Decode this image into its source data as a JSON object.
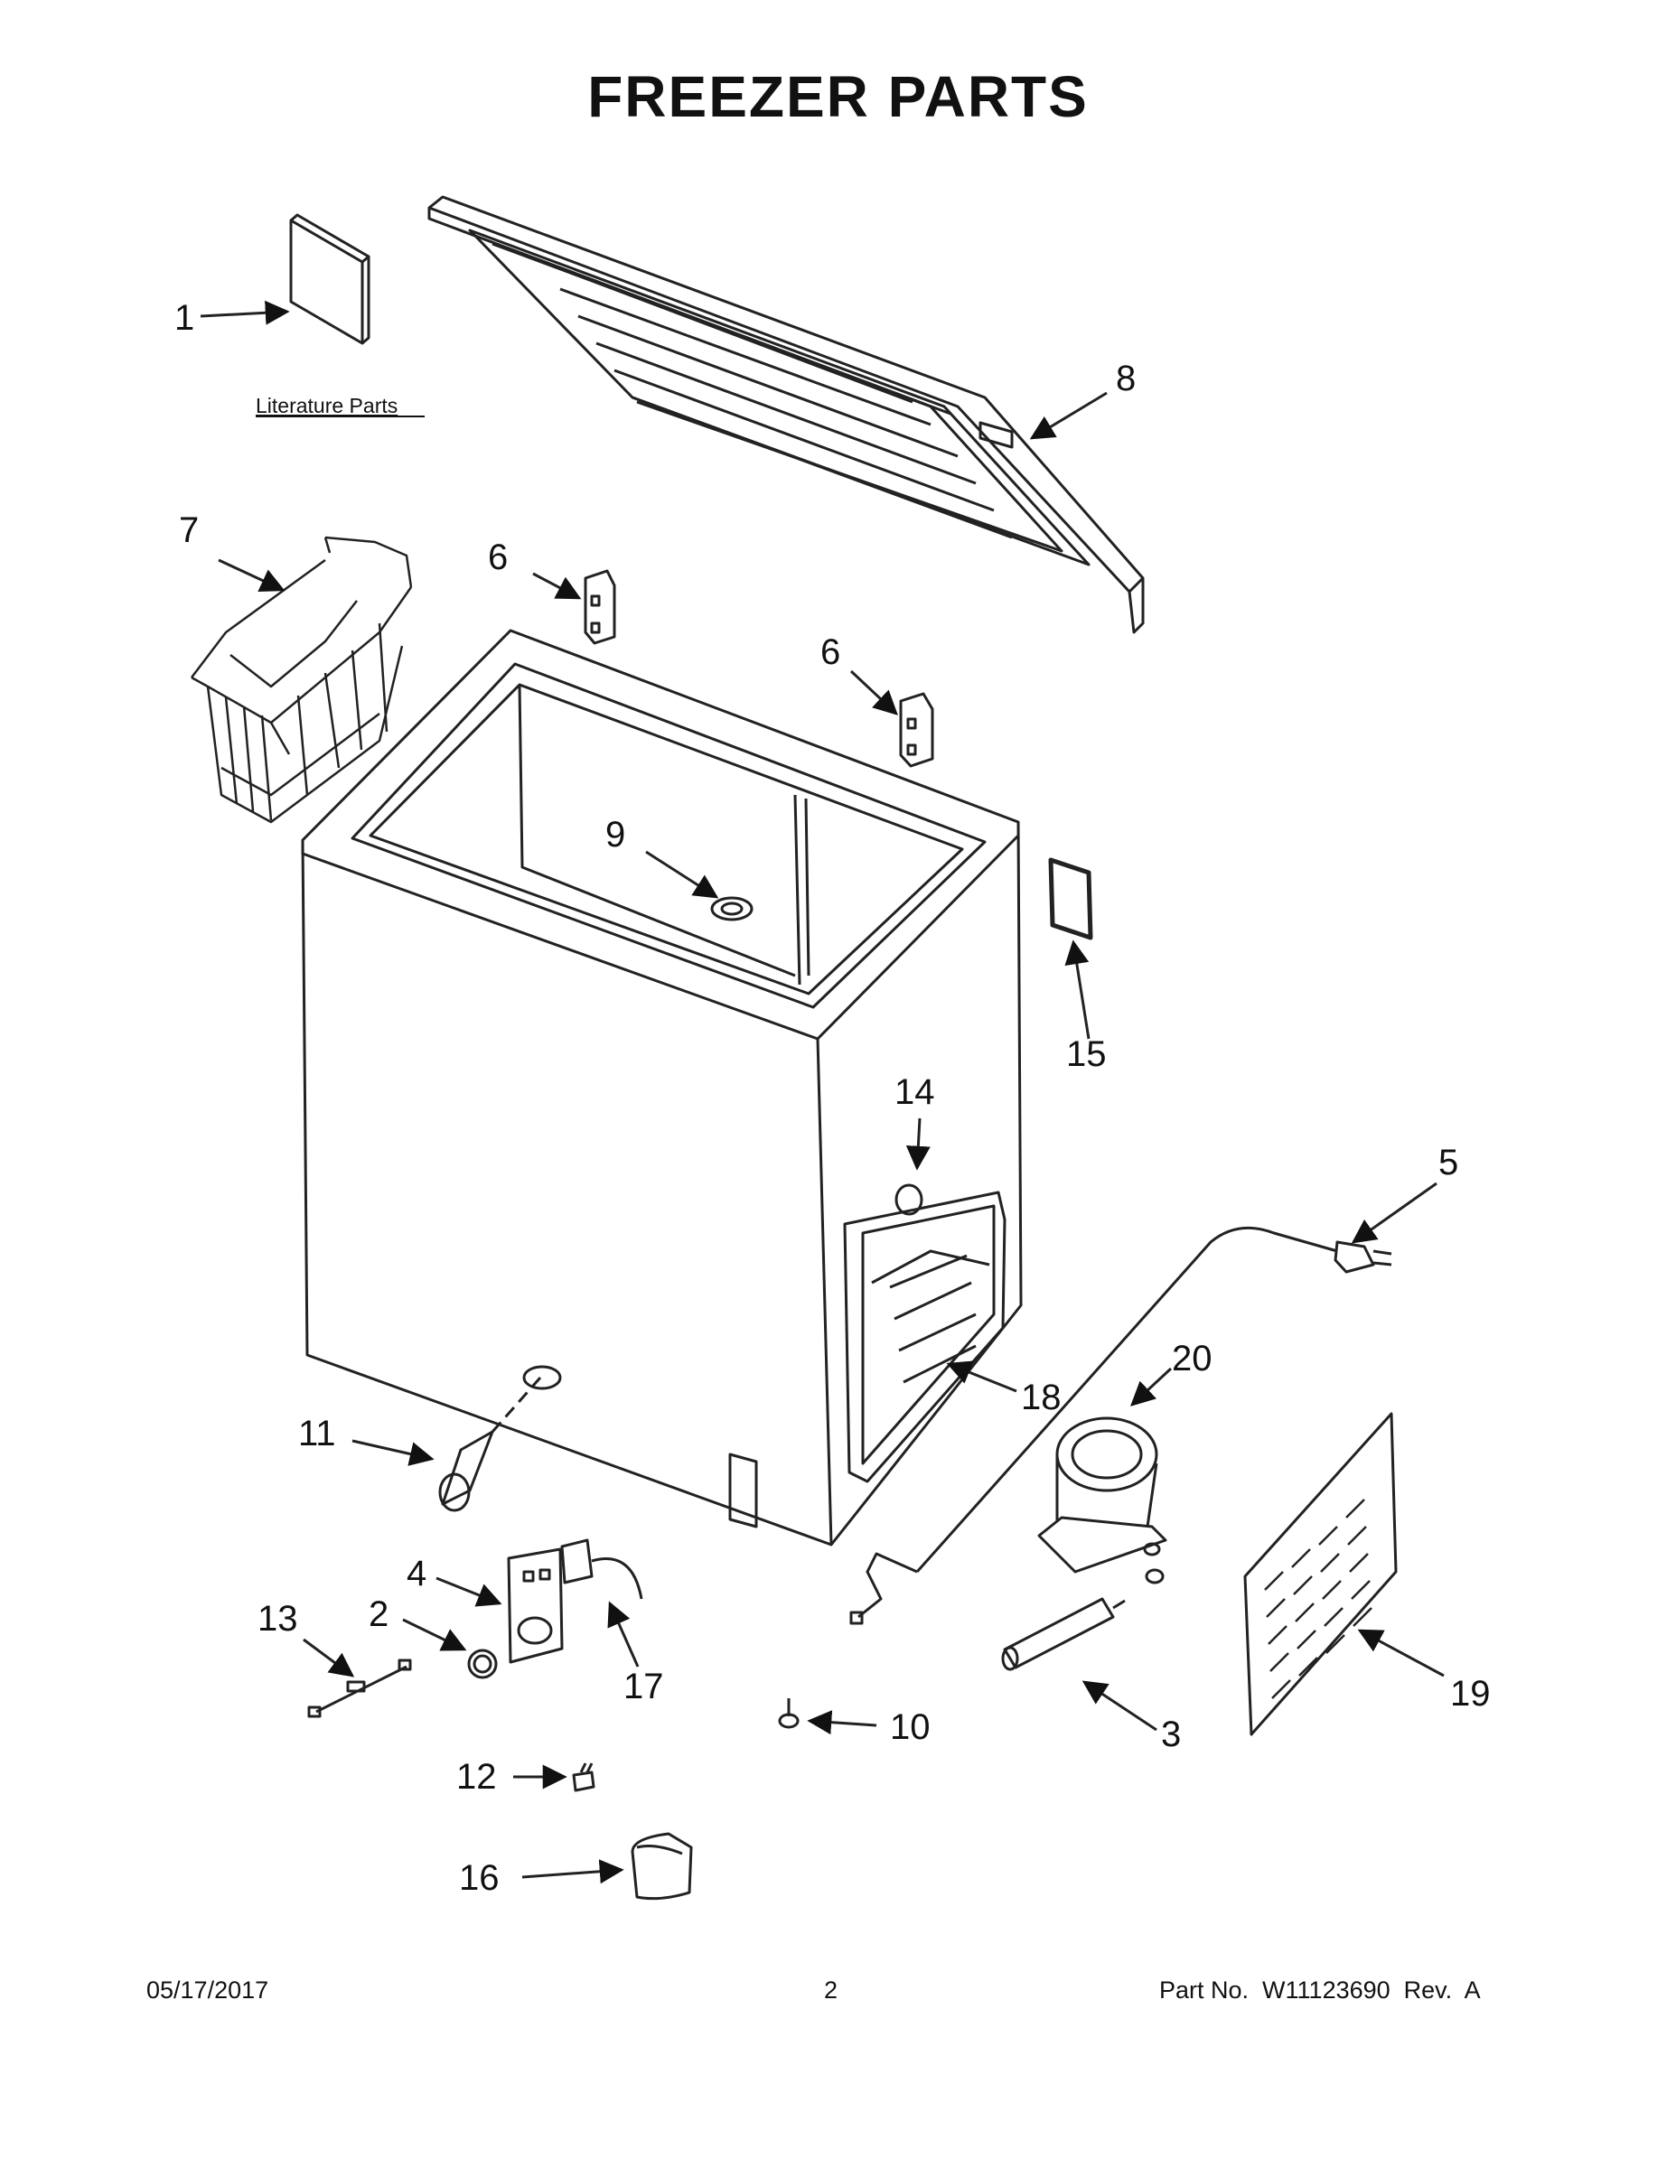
{
  "title": "FREEZER PARTS",
  "literature_label": "Literature Parts",
  "callouts": [
    "1",
    "2",
    "3",
    "4",
    "5",
    "6",
    "6",
    "7",
    "8",
    "9",
    "10",
    "11",
    "12",
    "13",
    "14",
    "15",
    "16",
    "17",
    "18",
    "19",
    "20"
  ],
  "footer": {
    "date": "05/17/2017",
    "page": "2",
    "part": "Part No.  W11123690  Rev.  A"
  }
}
